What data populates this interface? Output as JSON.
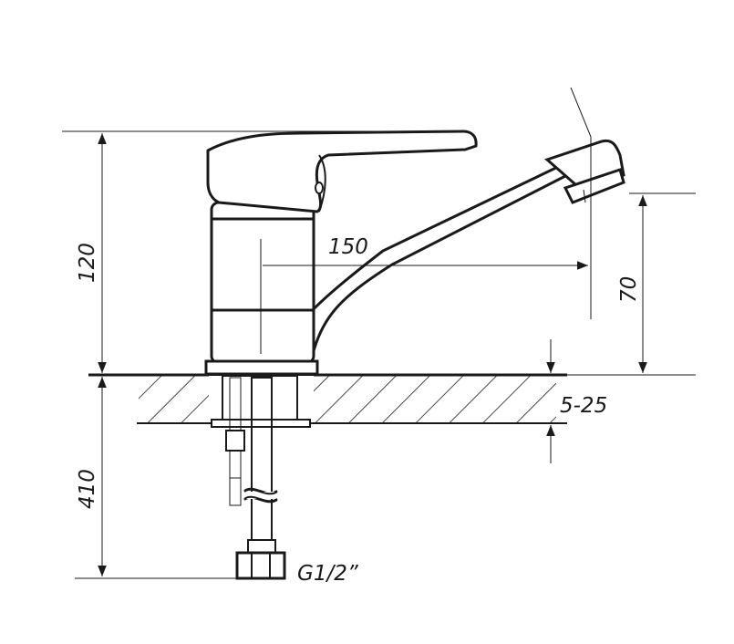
{
  "dimensions": {
    "height_total": "120",
    "spout_reach": "150",
    "spout_height": "70",
    "countertop_thickness": "5-25",
    "hose_length": "410",
    "connection_thread": "G1/2”"
  },
  "colors": {
    "ink": "#1a1a1a",
    "background": "#ffffff"
  }
}
